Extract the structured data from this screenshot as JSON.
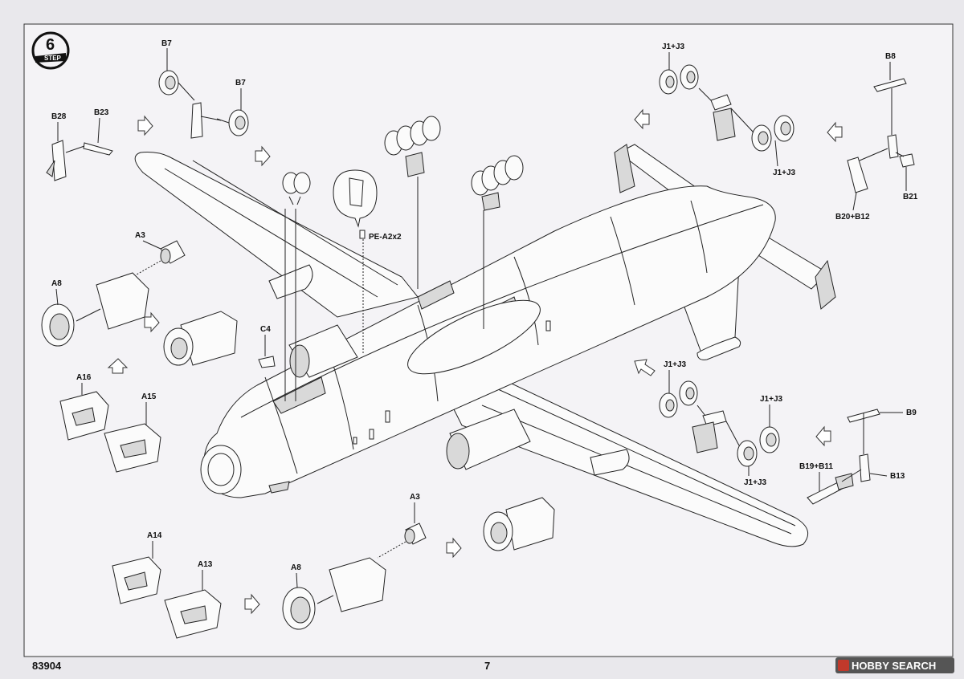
{
  "step": {
    "number": "6",
    "label": "STEP"
  },
  "labels": {
    "b7_top": "B7",
    "b7_right": "B7",
    "b28": "B28",
    "b23": "B23",
    "a3_left": "A3",
    "a8_left": "A8",
    "c4": "C4",
    "pe": "PE-A2x2",
    "a16": "A16",
    "a15": "A15",
    "a14": "A14",
    "a13": "A13",
    "a3_bottom": "A3",
    "a8_bottom": "A8",
    "j1j3_top": "J1+J3",
    "j1j3_top_bottom": "J1+J3",
    "b8": "B8",
    "b21": "B21",
    "b20b12": "B20+B12",
    "j1j3_mid": "J1+J3",
    "j1j3_mid_right": "J1+J3",
    "j1j3_mid_bottom": "J1+J3",
    "b9": "B9",
    "b19b11": "B19+B11",
    "b13": "B13"
  },
  "footer": {
    "code": "83904",
    "page": "7"
  },
  "watermark": {
    "text": "HOBBY SEARCH",
    "accent": "#c0392b"
  }
}
